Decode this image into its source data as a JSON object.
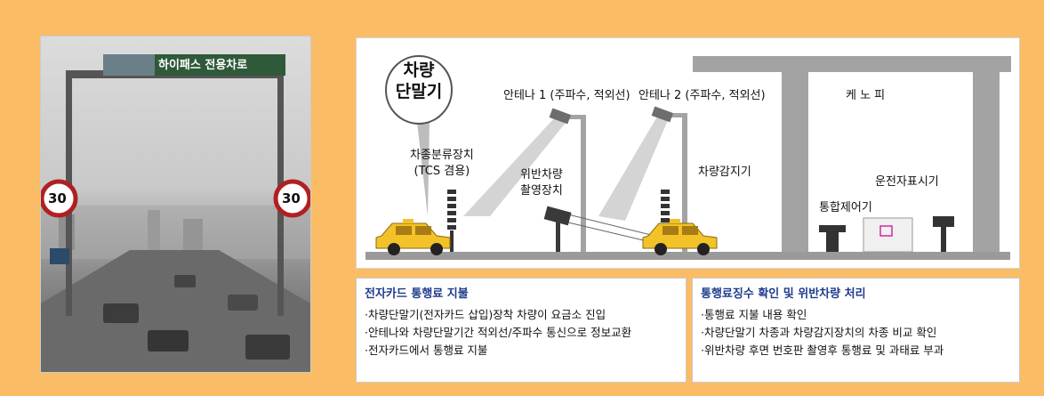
{
  "photo": {
    "sign_text": "하이패스 전용차로",
    "speed_limit": "30"
  },
  "diagram": {
    "terminal": "차량\n단말기",
    "antenna1": "안테나 1 (주파수, 적외선)",
    "antenna2": "안테나 2 (주파수, 적외선)",
    "canopy": "케 노 피",
    "classifier": "차종분류장치\n(TCS 겸용)",
    "camera": "위반차량\n촬영장치",
    "detector": "차량감지기",
    "display": "운전자표시기",
    "controller": "통합제어기"
  },
  "info_boxes": [
    {
      "title": "전자카드 통행료 지불",
      "lines": [
        "·차량단말기(전자카드 삽입)장착 차량이 요금소 진입",
        "·안테나와 차량단말기간 적외선/주파수 통신으로 정보교환",
        "·전자카드에서 통행료 지불"
      ]
    },
    {
      "title": "통행료징수 확인 및 위반차량 처리",
      "lines": [
        "·통행료 지불 내용 확인",
        "·차량단말기 차종과 차량감지장치의 차종 비교 확인",
        "·위반차량 후면 번호판 촬영후 통행료 및 과태료 부과"
      ]
    }
  ],
  "colors": {
    "background": "#fbbc66",
    "structure": "#9a9a9a",
    "title_blue": "#1f3c8c",
    "taxi": "#f2c228"
  }
}
